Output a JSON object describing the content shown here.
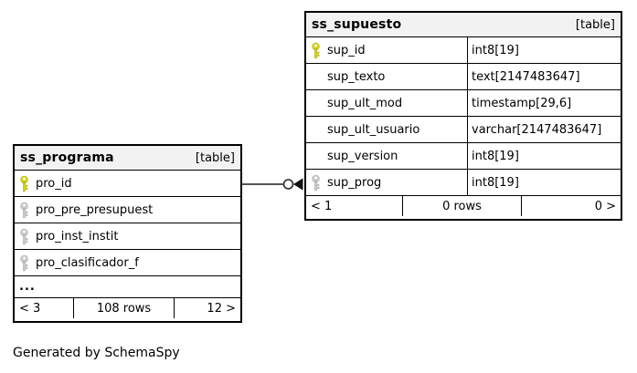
{
  "page": {
    "generated_note": "Generated by SchemaSpy",
    "background": "#ffffff"
  },
  "colors": {
    "table_border": "#000000",
    "header_bg": "#f2f2f2",
    "primary_key_icon": "#d4d41c",
    "foreign_key_icon": "#c9c9c9",
    "relation_line": "#3c3c3c"
  },
  "tables": [
    {
      "name": "ss_programa",
      "type_label": "[table]",
      "columns": [
        {
          "name": "pro_id",
          "key": "primary"
        },
        {
          "name": "pro_pre_presupuest",
          "key": "foreign"
        },
        {
          "name": "pro_inst_instit",
          "key": "foreign"
        },
        {
          "name": "pro_clasificador_f",
          "key": "foreign"
        }
      ],
      "ellipsis": "...",
      "footer": {
        "left": "< 3",
        "center": "108 rows",
        "right": "12 >"
      }
    },
    {
      "name": "ss_supuesto",
      "type_label": "[table]",
      "columns": [
        {
          "name": "sup_id",
          "key": "primary",
          "type": "int8[19]"
        },
        {
          "name": "sup_texto",
          "key": "none",
          "type": "text[2147483647]"
        },
        {
          "name": "sup_ult_mod",
          "key": "none",
          "type": "timestamp[29,6]"
        },
        {
          "name": "sup_ult_usuario",
          "key": "none",
          "type": "varchar[2147483647]"
        },
        {
          "name": "sup_version",
          "key": "none",
          "type": "int8[19]"
        },
        {
          "name": "sup_prog",
          "key": "foreign",
          "type": "int8[19]"
        }
      ],
      "footer": {
        "left": "< 1",
        "center": "0 rows",
        "right": "0 >"
      }
    }
  ],
  "relationship": {
    "from_table": "ss_programa",
    "from_column": "pro_id",
    "to_table": "ss_supuesto",
    "to_column": "sup_prog"
  }
}
